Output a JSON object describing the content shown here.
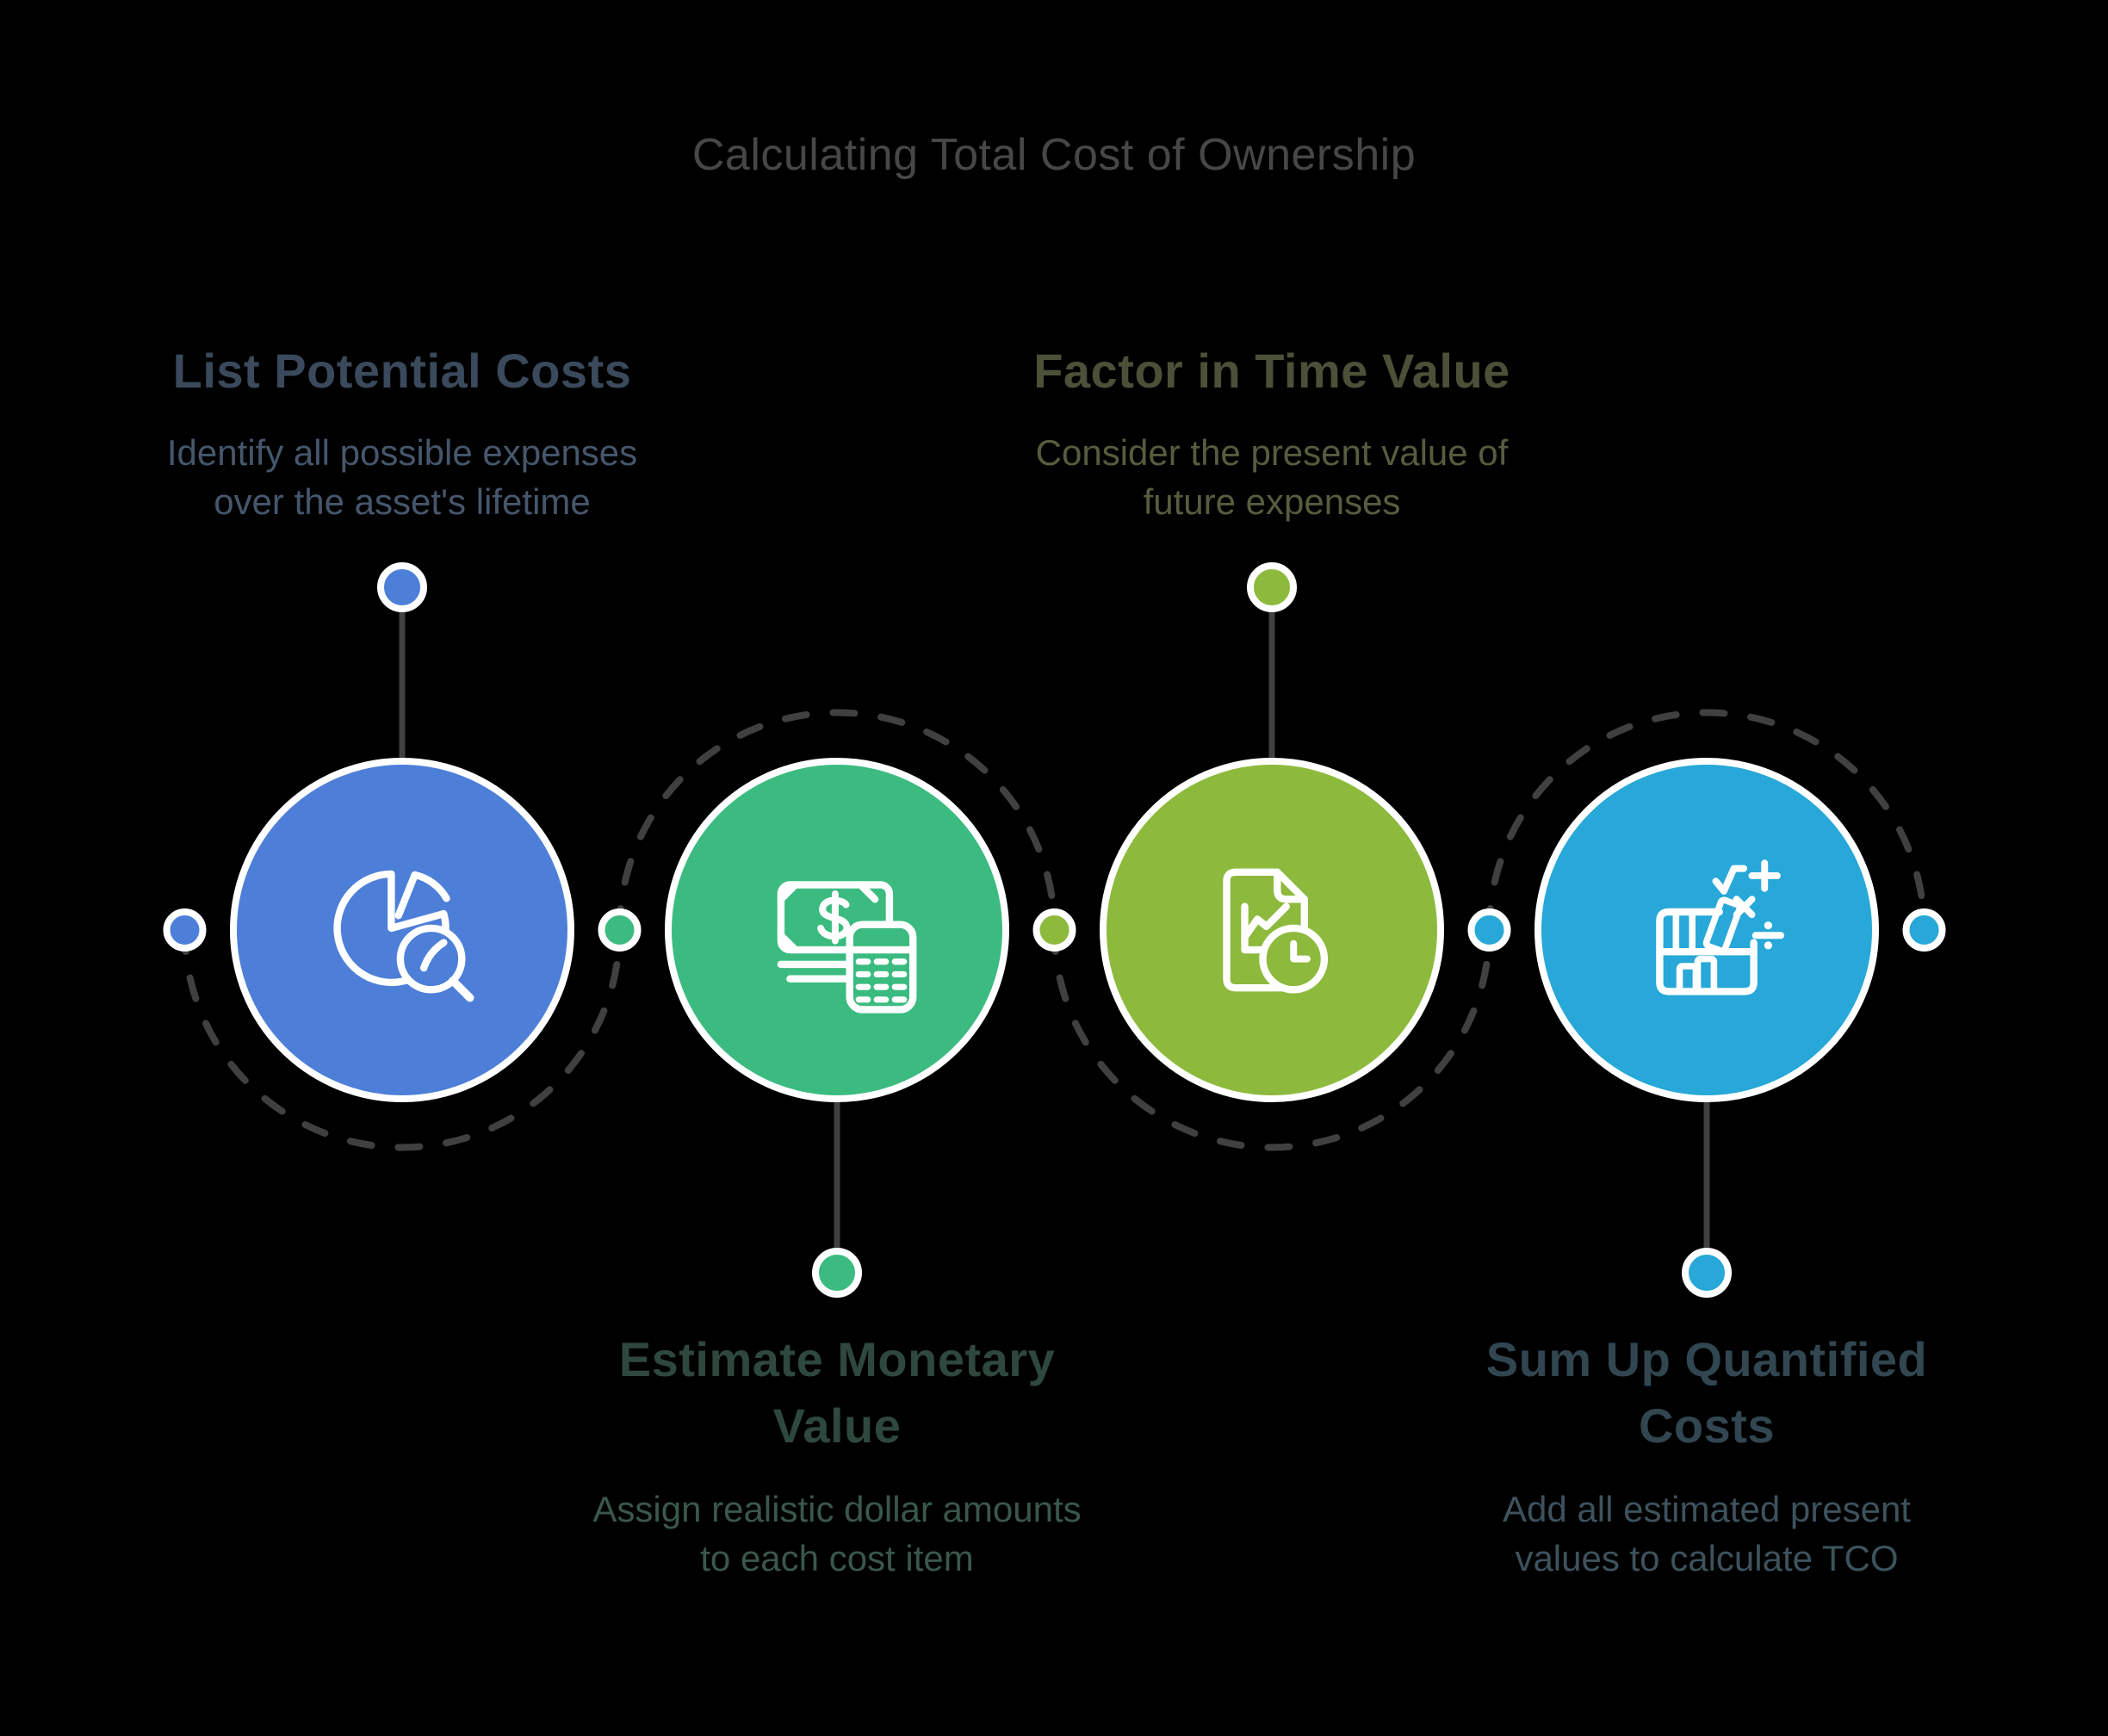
{
  "title": "Calculating Total Cost of Ownership",
  "palette": {
    "background": "#000000",
    "title_color": "#474747",
    "connector_color": "#404040",
    "circle_border": "#FFFFFF",
    "icon_stroke": "#FFFFFF"
  },
  "steps": [
    {
      "heading_lines": [
        "List Potential Costs"
      ],
      "desc_lines": [
        "Identify all possible expenses",
        "over the asset's lifetime"
      ],
      "color": "#4D7FD8",
      "heading_color": "#3A4A5C",
      "desc_color": "#46566C",
      "icon": "pie-chart-magnifier-icon",
      "label_position": "top"
    },
    {
      "heading_lines": [
        "Estimate Monetary",
        "Value"
      ],
      "desc_lines": [
        "Assign realistic dollar amounts",
        "to each cost item"
      ],
      "color": "#3BBB80",
      "heading_color": "#2F483E",
      "desc_color": "#3A574A",
      "icon": "cash-calculator-icon",
      "label_position": "bottom"
    },
    {
      "heading_lines": [
        "Factor in Time Value"
      ],
      "desc_lines": [
        "Consider the present value of",
        "future expenses"
      ],
      "color": "#8DBA3D",
      "heading_color": "#4A5138",
      "desc_color": "#555D3F",
      "icon": "document-chart-clock-icon",
      "label_position": "top"
    },
    {
      "heading_lines": [
        "Sum Up Quantified",
        "Costs"
      ],
      "desc_lines": [
        "Add all estimated present",
        "values to calculate TCO"
      ],
      "color": "#27A8D8",
      "heading_color": "#314650",
      "desc_color": "#3D525D",
      "icon": "bookshelf-math-icon",
      "label_position": "bottom"
    }
  ],
  "timeline": {
    "junction_dot_colors": [
      "#4D7FD8",
      "#3BBB80",
      "#8DBA3D",
      "#27A8D8",
      "#27A8D8"
    ]
  }
}
